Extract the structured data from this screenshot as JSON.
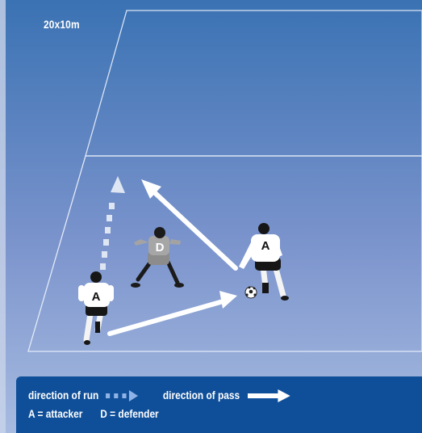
{
  "field": {
    "size_label": "20x10m",
    "background_top": "#3f78b6",
    "background_bottom": "#9fb5dc"
  },
  "players": [
    {
      "role_letter": "A",
      "team": "attacker",
      "shirt": "#ffffff"
    },
    {
      "role_letter": "D",
      "team": "defender",
      "shirt": "#9a9a9a"
    },
    {
      "role_letter": "A",
      "team": "attacker",
      "shirt": "#ffffff"
    }
  ],
  "legend": {
    "run_label": "direction of run",
    "pass_label": "direction of pass",
    "attacker_key": "A = attacker",
    "defender_key": "D = defender",
    "background": "#0f4f9a"
  }
}
